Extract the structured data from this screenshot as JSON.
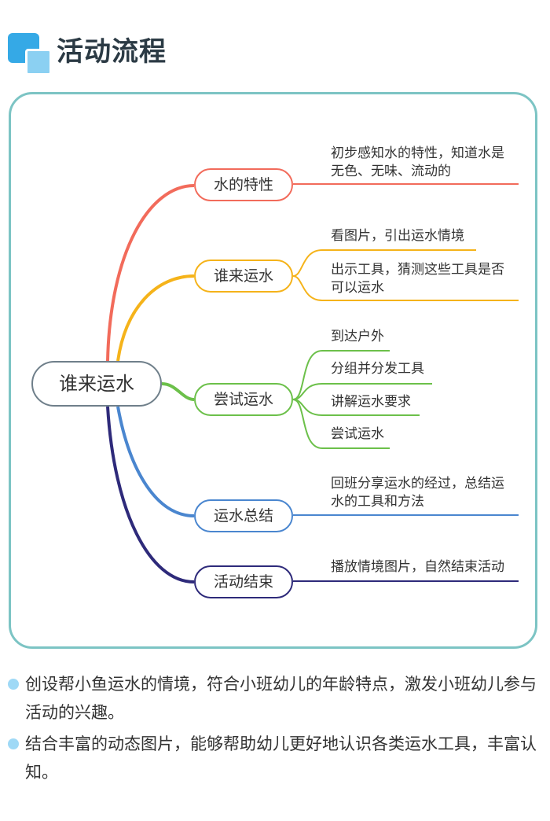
{
  "header": {
    "title": "活动流程"
  },
  "mindmap": {
    "root": "谁来运水",
    "branches": [
      {
        "label": "水的特性",
        "color": "#f26b5b",
        "leaves": [
          {
            "lines": [
              "初步感知水的特性，知道水是",
              "无色、无味、流动的"
            ]
          }
        ]
      },
      {
        "label": "谁来运水",
        "color": "#f5b31a",
        "leaves": [
          {
            "lines": [
              "看图片，引出运水情境"
            ]
          },
          {
            "lines": [
              "出示工具，猜测这些工具是否",
              "可以运水"
            ]
          }
        ]
      },
      {
        "label": "尝试运水",
        "color": "#6cc04a",
        "leaves": [
          {
            "lines": [
              "到达户外"
            ]
          },
          {
            "lines": [
              "分组并分发工具"
            ]
          },
          {
            "lines": [
              "讲解运水要求"
            ]
          },
          {
            "lines": [
              "尝试运水"
            ]
          }
        ]
      },
      {
        "label": "运水总结",
        "color": "#4a86cf",
        "leaves": [
          {
            "lines": [
              "回班分享运水的经过，总结运",
              "水的工具和方法"
            ]
          }
        ]
      },
      {
        "label": "活动结束",
        "color": "#2e2a7a",
        "leaves": [
          {
            "lines": [
              "播放情境图片，自然结束活动"
            ]
          }
        ]
      }
    ]
  },
  "notes": [
    "创设帮小鱼运水的情境，符合小班幼儿的年龄特点，激发小班幼儿参与活动的兴趣。",
    "结合丰富的动态图片，能够帮助幼儿更好地认识各类运水工具，丰富认知。"
  ]
}
